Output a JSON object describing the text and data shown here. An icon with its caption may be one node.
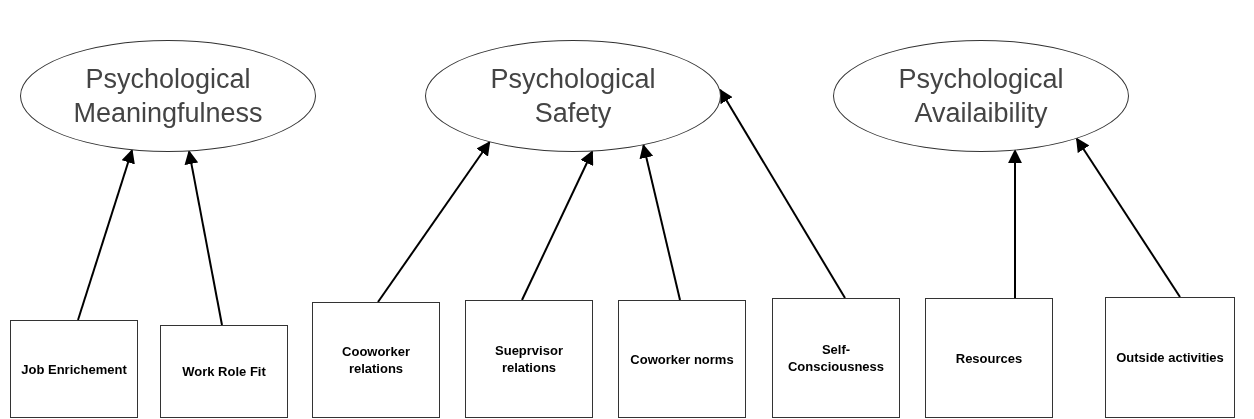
{
  "diagram": {
    "nodes": [
      {
        "text": [
          "Psychological Meaningfulness"
        ]
      },
      {
        "text": [
          "Psychological Safety"
        ]
      },
      {
        "text": [
          "Psychological Availaibility"
        ]
      },
      {
        "text": [
          "Job Enrichement"
        ]
      },
      {
        "text": [
          "Work Role Fit"
        ]
      },
      {
        "text": [
          "Cooworker relations"
        ]
      },
      {
        "text": [
          "Sueprvisor relations"
        ]
      },
      {
        "text": [
          "Coworker norms"
        ]
      },
      {
        "text": [
          "Self-Consciousness"
        ]
      },
      {
        "text": [
          "Resources"
        ]
      },
      {
        "text": [
          "Outside activities"
        ]
      }
    ],
    "edges": [
      {
        "from": 3,
        "to": 0,
        "arrow": "to"
      },
      {
        "from": 4,
        "to": 0,
        "arrow": "to"
      },
      {
        "from": 5,
        "to": 1,
        "arrow": "to"
      },
      {
        "from": 6,
        "to": 1,
        "arrow": "to"
      },
      {
        "from": 7,
        "to": 1,
        "arrow": "to"
      },
      {
        "from": 8,
        "to": 1,
        "arrow": "to"
      },
      {
        "from": 9,
        "to": 2,
        "arrow": "to"
      },
      {
        "from": 10,
        "to": 2,
        "arrow": "to"
      }
    ]
  }
}
